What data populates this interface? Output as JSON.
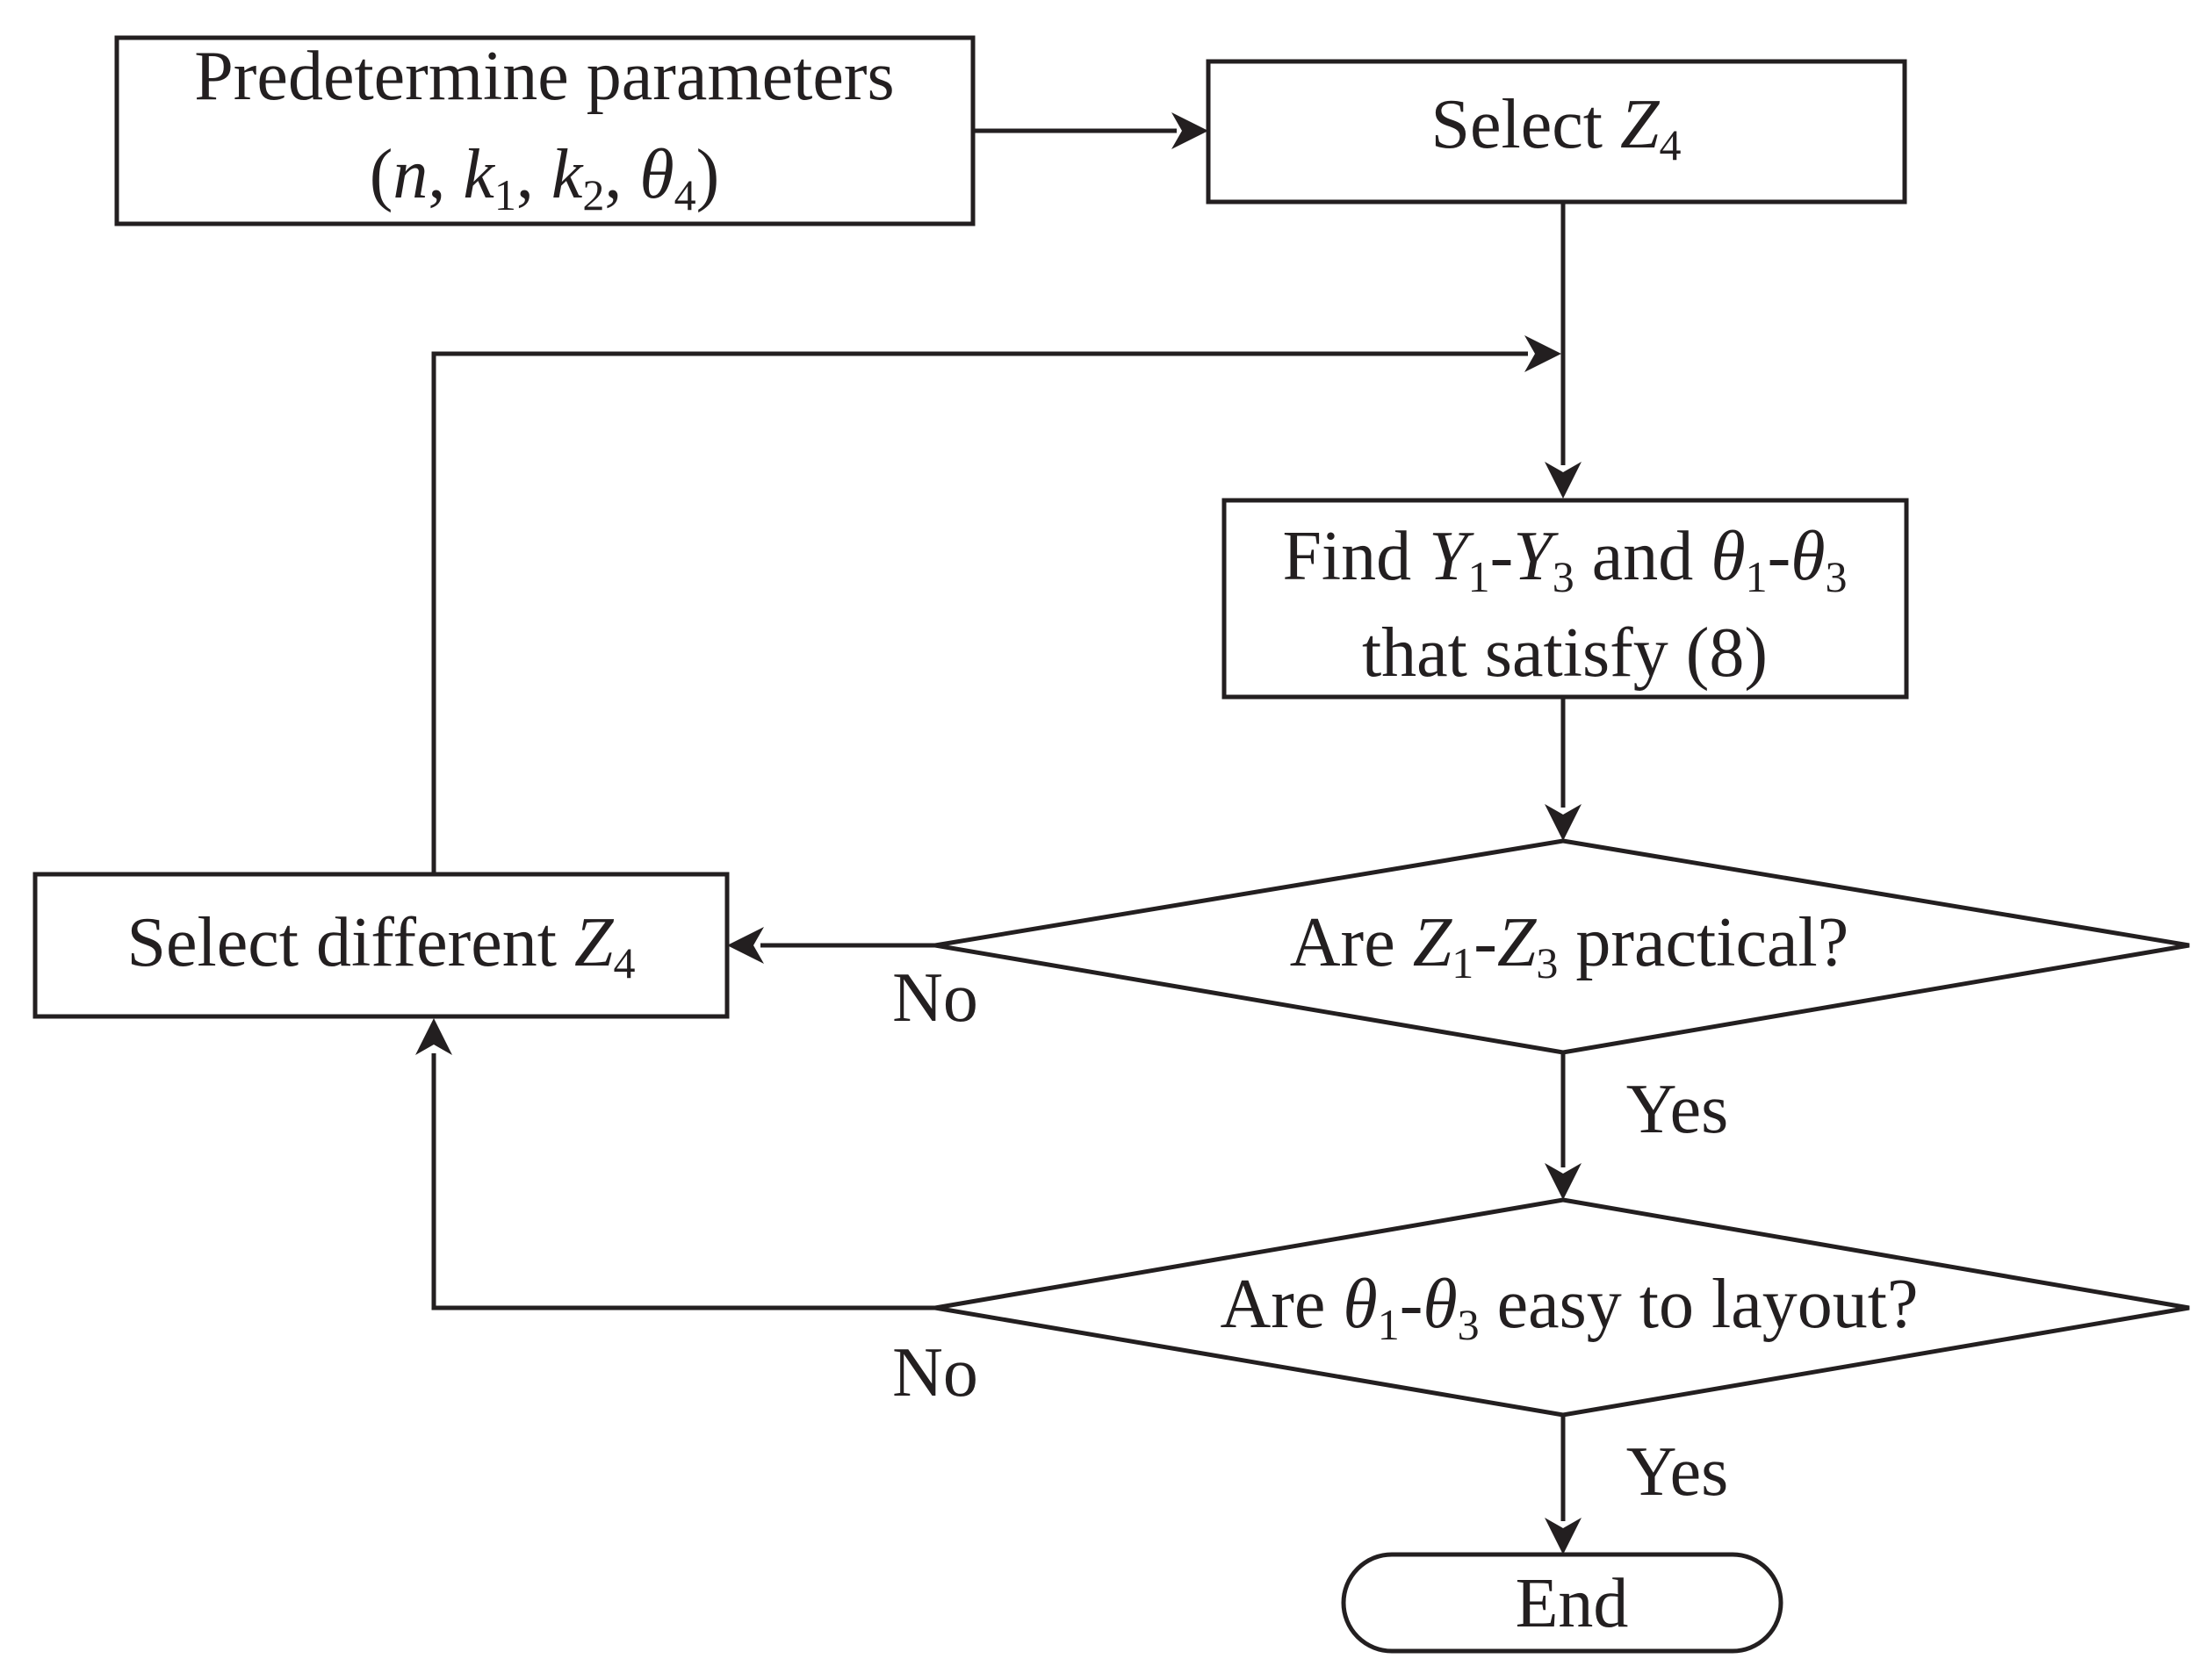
{
  "diagram": {
    "nodes": {
      "predetermine": {
        "line1": "Predetermine parameters",
        "line2": {
          "open": "(",
          "n": "n",
          "sep1": ", ",
          "k1": "k",
          "k1_sub": "1",
          "sep2": ", ",
          "k2": "k",
          "k2_sub": "2",
          "sep3": ", ",
          "theta": "θ",
          "theta_sub": "4",
          "close": ")"
        }
      },
      "select_z4": {
        "text": "Select ",
        "var": "Z",
        "sub": "4"
      },
      "find": {
        "line1": {
          "text": "Find ",
          "y1": "Y",
          "y1_sub": "1",
          "dash1": "-",
          "y3": "Y",
          "y3_sub": "3",
          "and": " and ",
          "t1": "θ",
          "t1_sub": "1",
          "dash2": "-",
          "t3": "θ",
          "t3_sub": "3"
        },
        "line2": "that satisfy (8)"
      },
      "decision_practical": {
        "pre": "Are ",
        "z1": "Z",
        "z1_sub": "1",
        "dash": "-",
        "z3": "Z",
        "z3_sub": "3",
        "post": " practical?"
      },
      "select_different": {
        "text": "Select different ",
        "var": "Z",
        "sub": "4"
      },
      "decision_layout": {
        "pre": "Are ",
        "t1": "θ",
        "t1_sub": "1",
        "dash": "-",
        "t3": "θ",
        "t3_sub": "3",
        "post": " easy to layout?"
      },
      "end": {
        "text": "End"
      }
    },
    "edge_labels": {
      "practical_no": "No",
      "practical_yes": "Yes",
      "layout_no": "No",
      "layout_yes": "Yes"
    }
  }
}
